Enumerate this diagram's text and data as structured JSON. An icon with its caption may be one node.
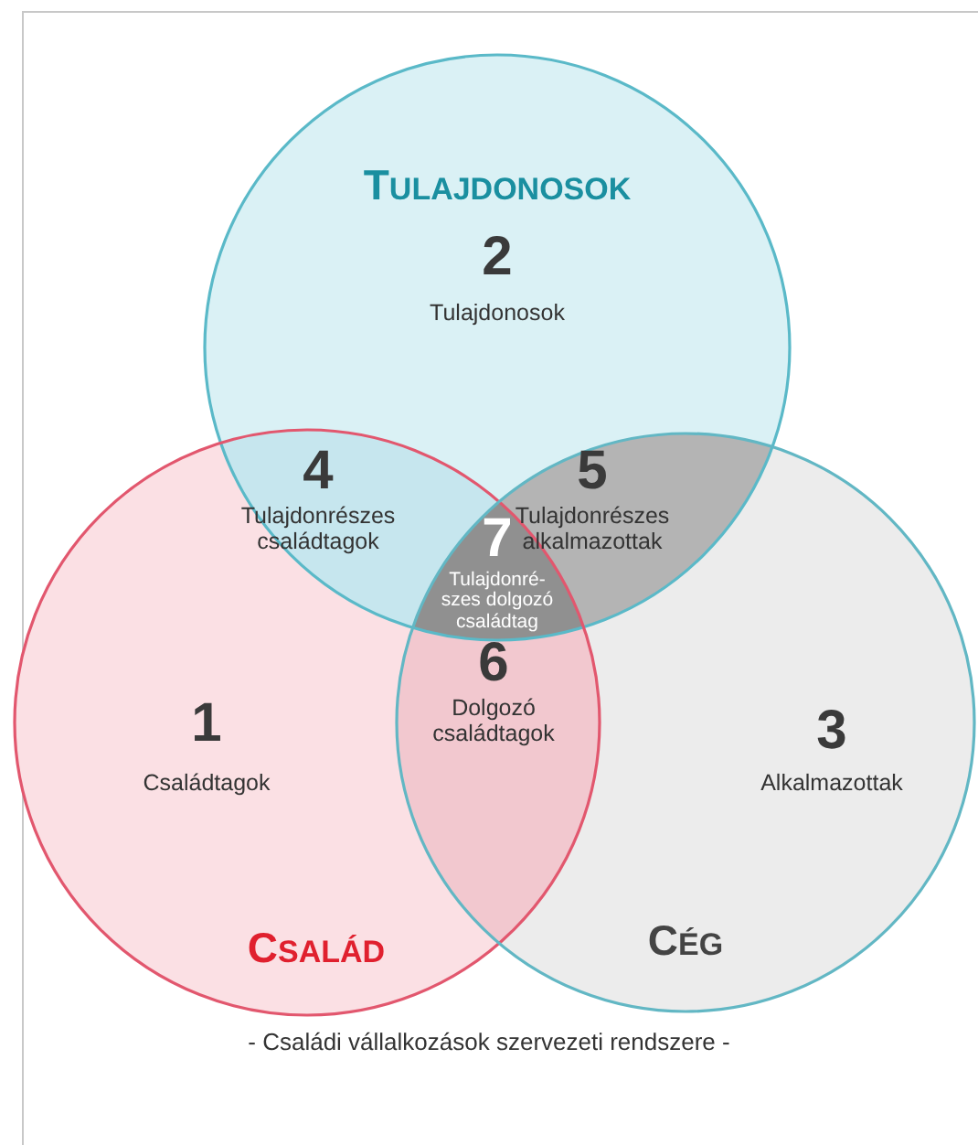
{
  "diagram": {
    "caption": "- Családi vállalkozások szervezeti rendszere -",
    "nodes": [
      {
        "text": [
          "TULAJDONOSOK",
          "2",
          "Tulajdonosok"
        ]
      },
      {
        "text": [
          "4",
          "Tulajdonrészes családtagok"
        ]
      },
      {
        "text": [
          "5",
          "Tulajdonrészes alkalmazottak"
        ]
      },
      {
        "text": [
          "7",
          "Tulajdonré- szes dolgozó családtag"
        ]
      },
      {
        "text": [
          "1",
          "Családtagok",
          "CSALÁD"
        ]
      },
      {
        "text": [
          "6",
          "Dolgozó családtagok"
        ]
      },
      {
        "text": [
          "3",
          "Alkalmazottak",
          "CÉG"
        ]
      }
    ],
    "edges": []
  }
}
